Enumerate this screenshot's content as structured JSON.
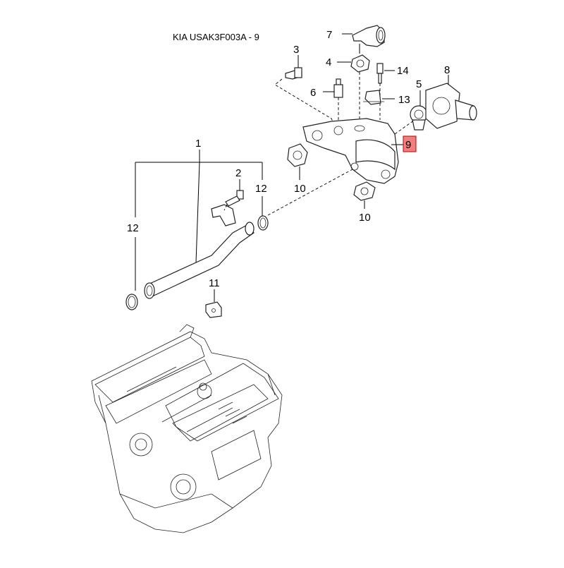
{
  "title": "KIA USAK3F003A - 9",
  "highlight_color": "#f08080",
  "callouts": {
    "c1": "1",
    "c2": "2",
    "c3": "3",
    "c4": "4",
    "c5": "5",
    "c6": "6",
    "c7": "7",
    "c8": "8",
    "c9": "9",
    "c10a": "10",
    "c10b": "10",
    "c11": "11",
    "c12a": "12",
    "c12b": "12",
    "c13": "13",
    "c14": "14"
  }
}
